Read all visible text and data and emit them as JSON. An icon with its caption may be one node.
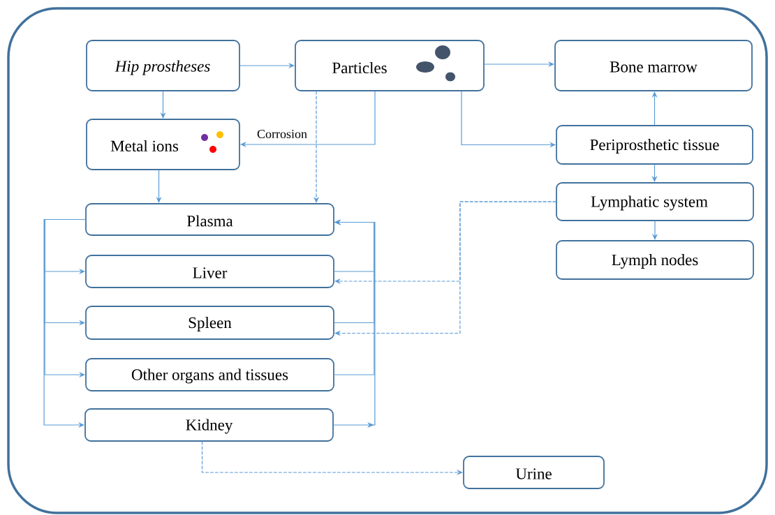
{
  "diagram": {
    "nodes": [
      {
        "text": [
          "Hip prostheses"
        ]
      },
      {
        "text": [
          "Particles"
        ]
      },
      {
        "text": [
          "Bone marrow"
        ]
      },
      {
        "text": [
          "Metal ions"
        ]
      },
      {
        "text": [
          "Periprosthetic tissue"
        ]
      },
      {
        "text": [
          "Lymphatic system"
        ]
      },
      {
        "text": [
          "Plasma"
        ]
      },
      {
        "text": [
          "Lymph nodes"
        ]
      },
      {
        "text": [
          "Liver"
        ]
      },
      {
        "text": [
          "Spleen"
        ]
      },
      {
        "text": [
          "Other organs and tissues"
        ]
      },
      {
        "text": [
          "Kidney"
        ]
      },
      {
        "text": [
          "Urine"
        ]
      }
    ],
    "edges": [
      {
        "from": 0,
        "to": 1,
        "arrow": "to"
      },
      {
        "from": 0,
        "to": 3,
        "arrow": "to"
      },
      {
        "from": 1,
        "to": 2,
        "arrow": "to"
      },
      {
        "from": 1,
        "to": 3,
        "arrow": "to",
        "label": "Corrosion"
      },
      {
        "from": 1,
        "to": 4,
        "arrow": "to"
      },
      {
        "from": 1,
        "to": 6,
        "arrow": "to",
        "style": "dashed"
      },
      {
        "from": 3,
        "to": 6,
        "arrow": "to"
      },
      {
        "from": 4,
        "to": 2,
        "arrow": "to"
      },
      {
        "from": 4,
        "to": 5,
        "arrow": "to"
      },
      {
        "from": 5,
        "to": 7,
        "arrow": "to"
      },
      {
        "from": 5,
        "to": 8,
        "arrow": "to",
        "style": "dashed"
      },
      {
        "from": 5,
        "to": 9,
        "arrow": "to",
        "style": "dashed"
      },
      {
        "from": 6,
        "to": 8,
        "arrow": "to"
      },
      {
        "from": 6,
        "to": 9,
        "arrow": "to"
      },
      {
        "from": 6,
        "to": 10,
        "arrow": "to"
      },
      {
        "from": 6,
        "to": 11,
        "arrow": "to"
      },
      {
        "from": 8,
        "to": 6,
        "arrow": "to"
      },
      {
        "from": 9,
        "to": 6,
        "arrow": "to"
      },
      {
        "from": 10,
        "to": 6,
        "arrow": "to"
      },
      {
        "from": 11,
        "to": 6,
        "arrow": "to"
      },
      {
        "from": 11,
        "to": 12,
        "arrow": "to",
        "style": "dashed"
      }
    ]
  }
}
